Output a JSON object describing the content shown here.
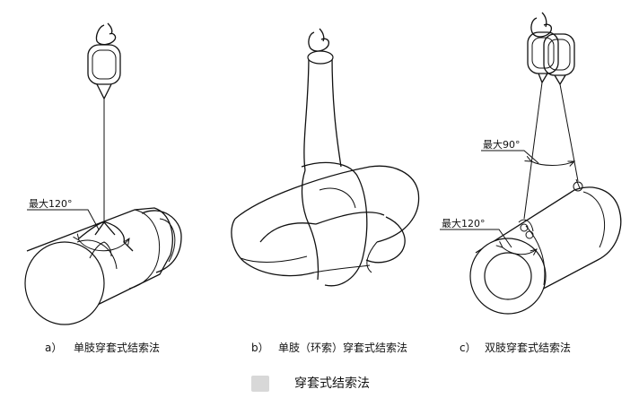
{
  "panels": [
    {
      "letter": "a）",
      "caption": "单肢穿套式结索法",
      "angle_label": "最大120°"
    },
    {
      "letter": "b）",
      "caption": "单肢（环索）穿套式结索法"
    },
    {
      "letter": "c）",
      "caption": "双肢穿套式结索法",
      "angle_label_top": "最大90°",
      "angle_label_bottom": "最大120°"
    }
  ],
  "figure_title": "穿套式结索法"
}
